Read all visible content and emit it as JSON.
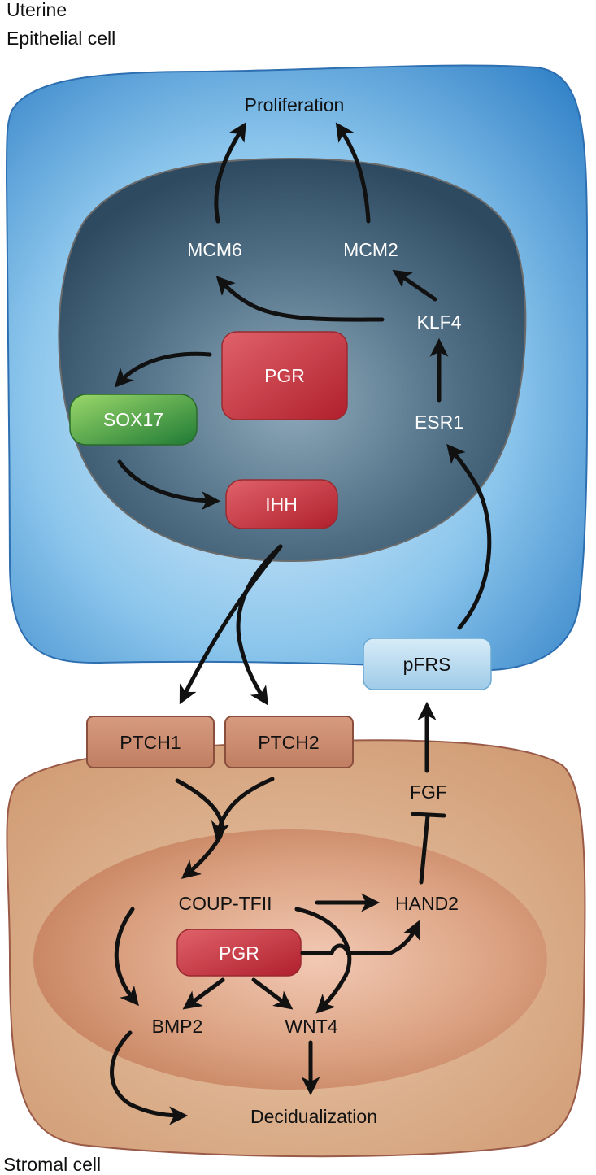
{
  "cells": {
    "epithelial_label": [
      "Uterine",
      "Epithelial cell"
    ],
    "stromal_label": "Stromal cell"
  },
  "nodes": {
    "proliferation": "Proliferation",
    "mcm6": "MCM6",
    "mcm2": "MCM2",
    "klf4": "KLF4",
    "esr1": "ESR1",
    "pgr_epi": "PGR",
    "sox17": "SOX17",
    "ihh": "IHH",
    "pfrs": "pFRS",
    "ptch1": "PTCH1",
    "ptch2": "PTCH2",
    "fgf": "FGF",
    "coup_tfii": "COUP-TFII",
    "hand2": "HAND2",
    "pgr_str": "PGR",
    "bmp2": "BMP2",
    "wnt4": "WNT4",
    "decidualization": "Decidualization"
  },
  "colors": {
    "epithelial_cell": "#5aa8e0",
    "nucleus": "#3d5a70",
    "stromal_cell": "#d4a07a",
    "stromal_nucleus": "#c98a67",
    "pgr_box": "#c0303a",
    "sox17_box": "#3a9a3a",
    "pfrs_box": "#a8d2ec",
    "ptch_box": "#c98a70"
  }
}
